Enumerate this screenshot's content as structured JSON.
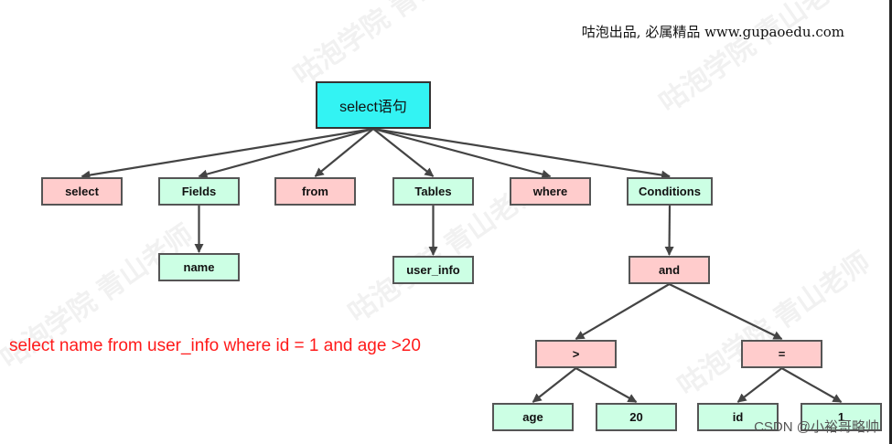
{
  "header_note": "咕泡出品, 必属精品 www.gupaoedu.com",
  "sql_example": "select name from user_info where id = 1 and age >20",
  "credit": "CSDN @小裕哥略帅",
  "watermark_text": "咕泡学院 青山老师",
  "colors": {
    "root_fill": "#33f3f3",
    "keyword_fill": "#ffcccc",
    "element_fill": "#ccffe4",
    "edge": "#444444",
    "sql_text": "#ff1a1a"
  },
  "tree": {
    "root": {
      "id": "select-statement",
      "label": "select语句",
      "kind": "root"
    },
    "nodes": [
      {
        "id": "select",
        "label": "select",
        "kind": "keyword"
      },
      {
        "id": "fields",
        "label": "Fields",
        "kind": "element"
      },
      {
        "id": "from",
        "label": "from",
        "kind": "keyword"
      },
      {
        "id": "tables",
        "label": "Tables",
        "kind": "element"
      },
      {
        "id": "where",
        "label": "where",
        "kind": "keyword"
      },
      {
        "id": "conditions",
        "label": "Conditions",
        "kind": "element"
      },
      {
        "id": "name",
        "label": "name",
        "kind": "element"
      },
      {
        "id": "user-info",
        "label": "user_info",
        "kind": "element"
      },
      {
        "id": "and",
        "label": "and",
        "kind": "keyword"
      },
      {
        "id": "gt",
        "label": ">",
        "kind": "keyword"
      },
      {
        "id": "eq",
        "label": "=",
        "kind": "keyword"
      },
      {
        "id": "age",
        "label": "age",
        "kind": "element"
      },
      {
        "id": "twenty",
        "label": "20",
        "kind": "element"
      },
      {
        "id": "id",
        "label": "id",
        "kind": "element"
      },
      {
        "id": "one",
        "label": "1",
        "kind": "element"
      }
    ],
    "edges": [
      [
        "select-statement",
        "select"
      ],
      [
        "select-statement",
        "fields"
      ],
      [
        "select-statement",
        "from"
      ],
      [
        "select-statement",
        "tables"
      ],
      [
        "select-statement",
        "where"
      ],
      [
        "select-statement",
        "conditions"
      ],
      [
        "fields",
        "name"
      ],
      [
        "tables",
        "user-info"
      ],
      [
        "conditions",
        "and"
      ],
      [
        "and",
        "gt"
      ],
      [
        "and",
        "eq"
      ],
      [
        "gt",
        "age"
      ],
      [
        "gt",
        "twenty"
      ],
      [
        "eq",
        "id"
      ],
      [
        "eq",
        "one"
      ]
    ]
  }
}
